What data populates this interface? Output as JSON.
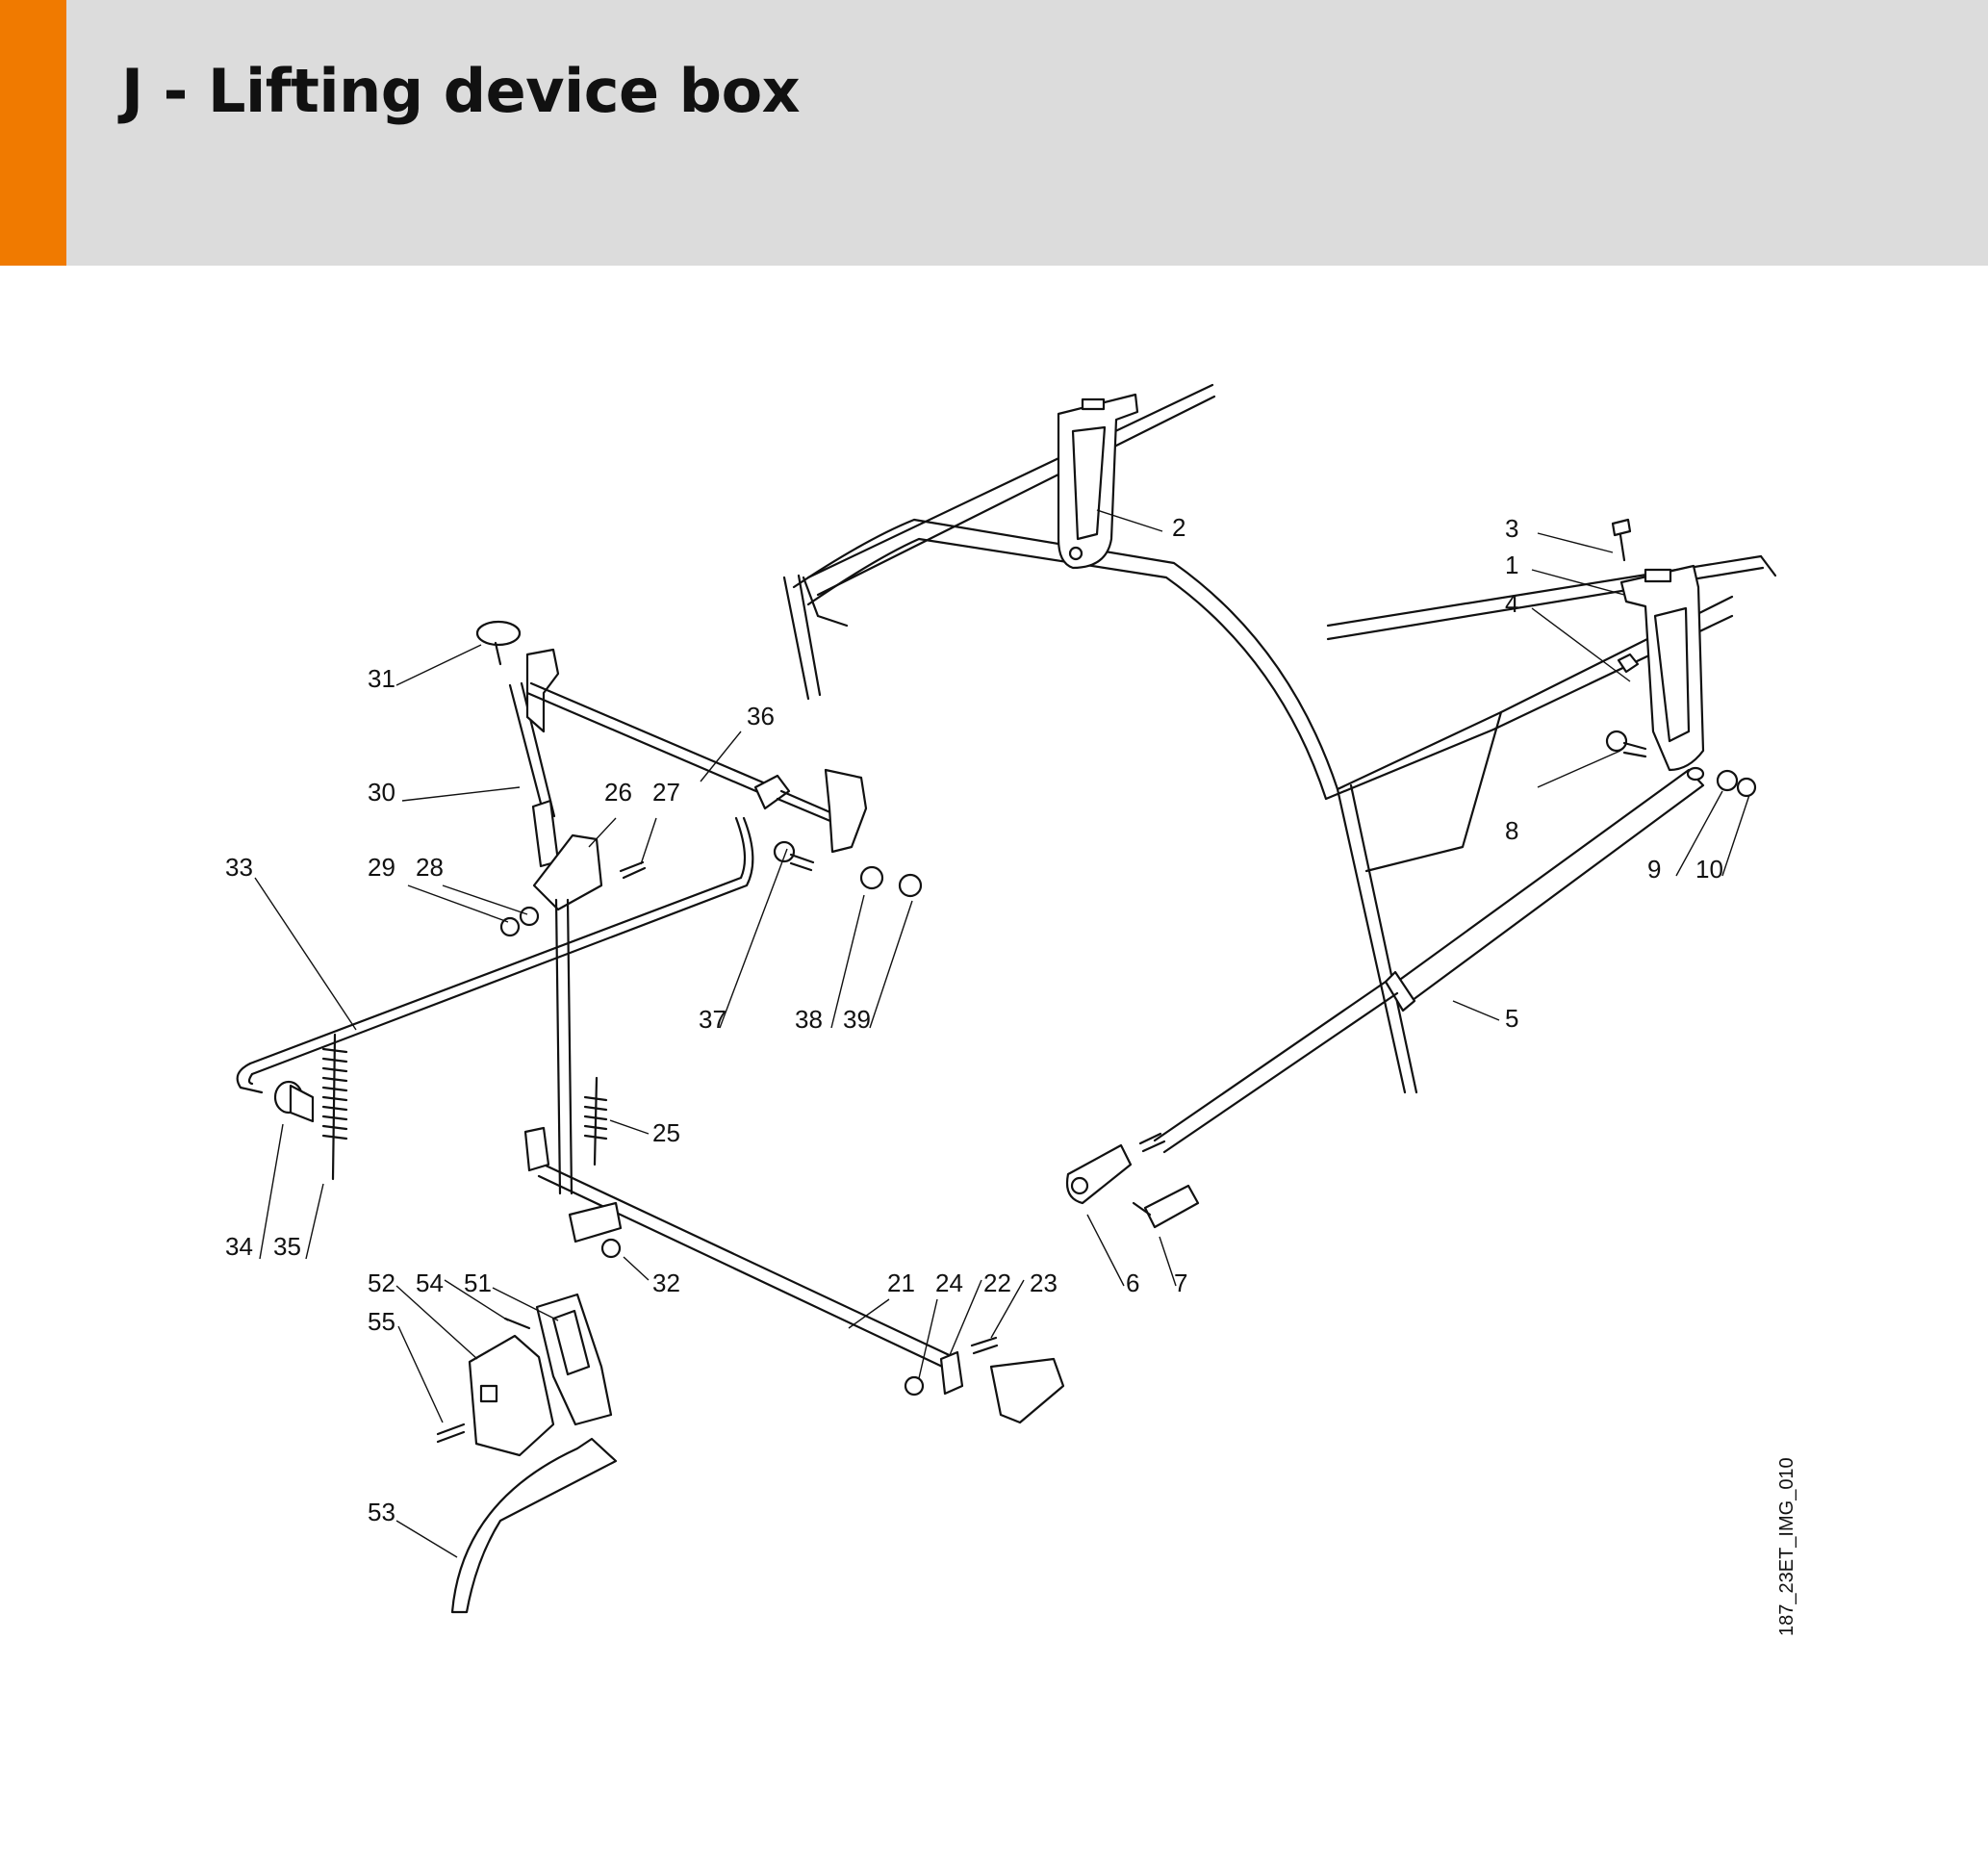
{
  "header": {
    "title": "J - Lifting device box",
    "accent_color": "#f07a00",
    "band_color": "#dcdcdc"
  },
  "diagram": {
    "image_ref": "187_23ET_IMG_010",
    "callouts": [
      "1",
      "2",
      "3",
      "4",
      "5",
      "6",
      "7",
      "8",
      "9",
      "10",
      "21",
      "22",
      "23",
      "24",
      "25",
      "26",
      "27",
      "28",
      "29",
      "30",
      "31",
      "32",
      "33",
      "34",
      "35",
      "36",
      "37",
      "38",
      "39",
      "51",
      "52",
      "53",
      "54",
      "55"
    ]
  }
}
